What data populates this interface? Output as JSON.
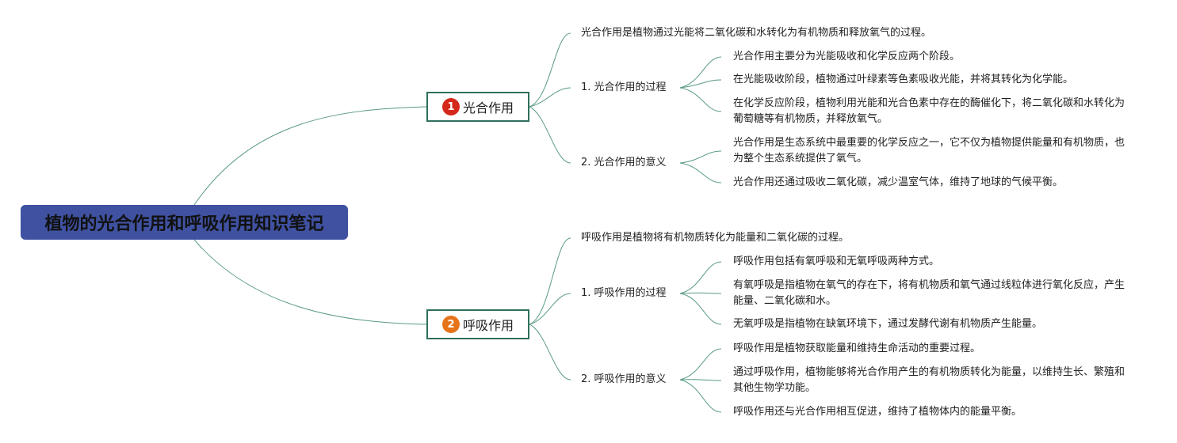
{
  "root": {
    "title": "植物的光合作用和呼吸作用知识笔记"
  },
  "branches": [
    {
      "number": "1",
      "title": "光合作用",
      "badge_color": "#d4281b",
      "intro": "光合作用是植物通过光能将二氧化碳和水转化为有机物质和释放氧气的过程。",
      "groups": [
        {
          "title": "1. 光合作用的过程",
          "items": [
            "光合作用主要分为光能吸收和化学反应两个阶段。",
            "在光能吸收阶段，植物通过叶绿素等色素吸收光能，并将其转化为化学能。",
            "在化学反应阶段，植物利用光能和光合色素中存在的酶催化下，将二氧化碳和水转化为葡萄糖等有机物质，并释放氧气。"
          ]
        },
        {
          "title": "2. 光合作用的意义",
          "items": [
            "光合作用是生态系统中最重要的化学反应之一，它不仅为植物提供能量和有机物质，也为整个生态系统提供了氧气。",
            "光合作用还通过吸收二氧化碳，减少温室气体，维持了地球的气候平衡。"
          ]
        }
      ]
    },
    {
      "number": "2",
      "title": "呼吸作用",
      "badge_color": "#e6731a",
      "intro": "呼吸作用是植物将有机物质转化为能量和二氧化碳的过程。",
      "groups": [
        {
          "title": "1. 呼吸作用的过程",
          "items": [
            "呼吸作用包括有氧呼吸和无氧呼吸两种方式。",
            "有氧呼吸是指植物在氧气的存在下，将有机物质和氧气通过线粒体进行氧化反应，产生能量、二氧化碳和水。",
            "无氧呼吸是指植物在缺氧环境下，通过发酵代谢有机物质产生能量。"
          ]
        },
        {
          "title": "2. 呼吸作用的意义",
          "items": [
            "呼吸作用是植物获取能量和维持生命活动的重要过程。",
            "通过呼吸作用，植物能够将光合作用产生的有机物质转化为能量，以维持生长、繁殖和其他生物学功能。",
            "呼吸作用还与光合作用相互促进，维持了植物体内的能量平衡。"
          ]
        }
      ]
    }
  ],
  "colors": {
    "line": "#5a9a85",
    "branch_border": "#2f6f5e",
    "root_bg": "#3f51a0"
  }
}
